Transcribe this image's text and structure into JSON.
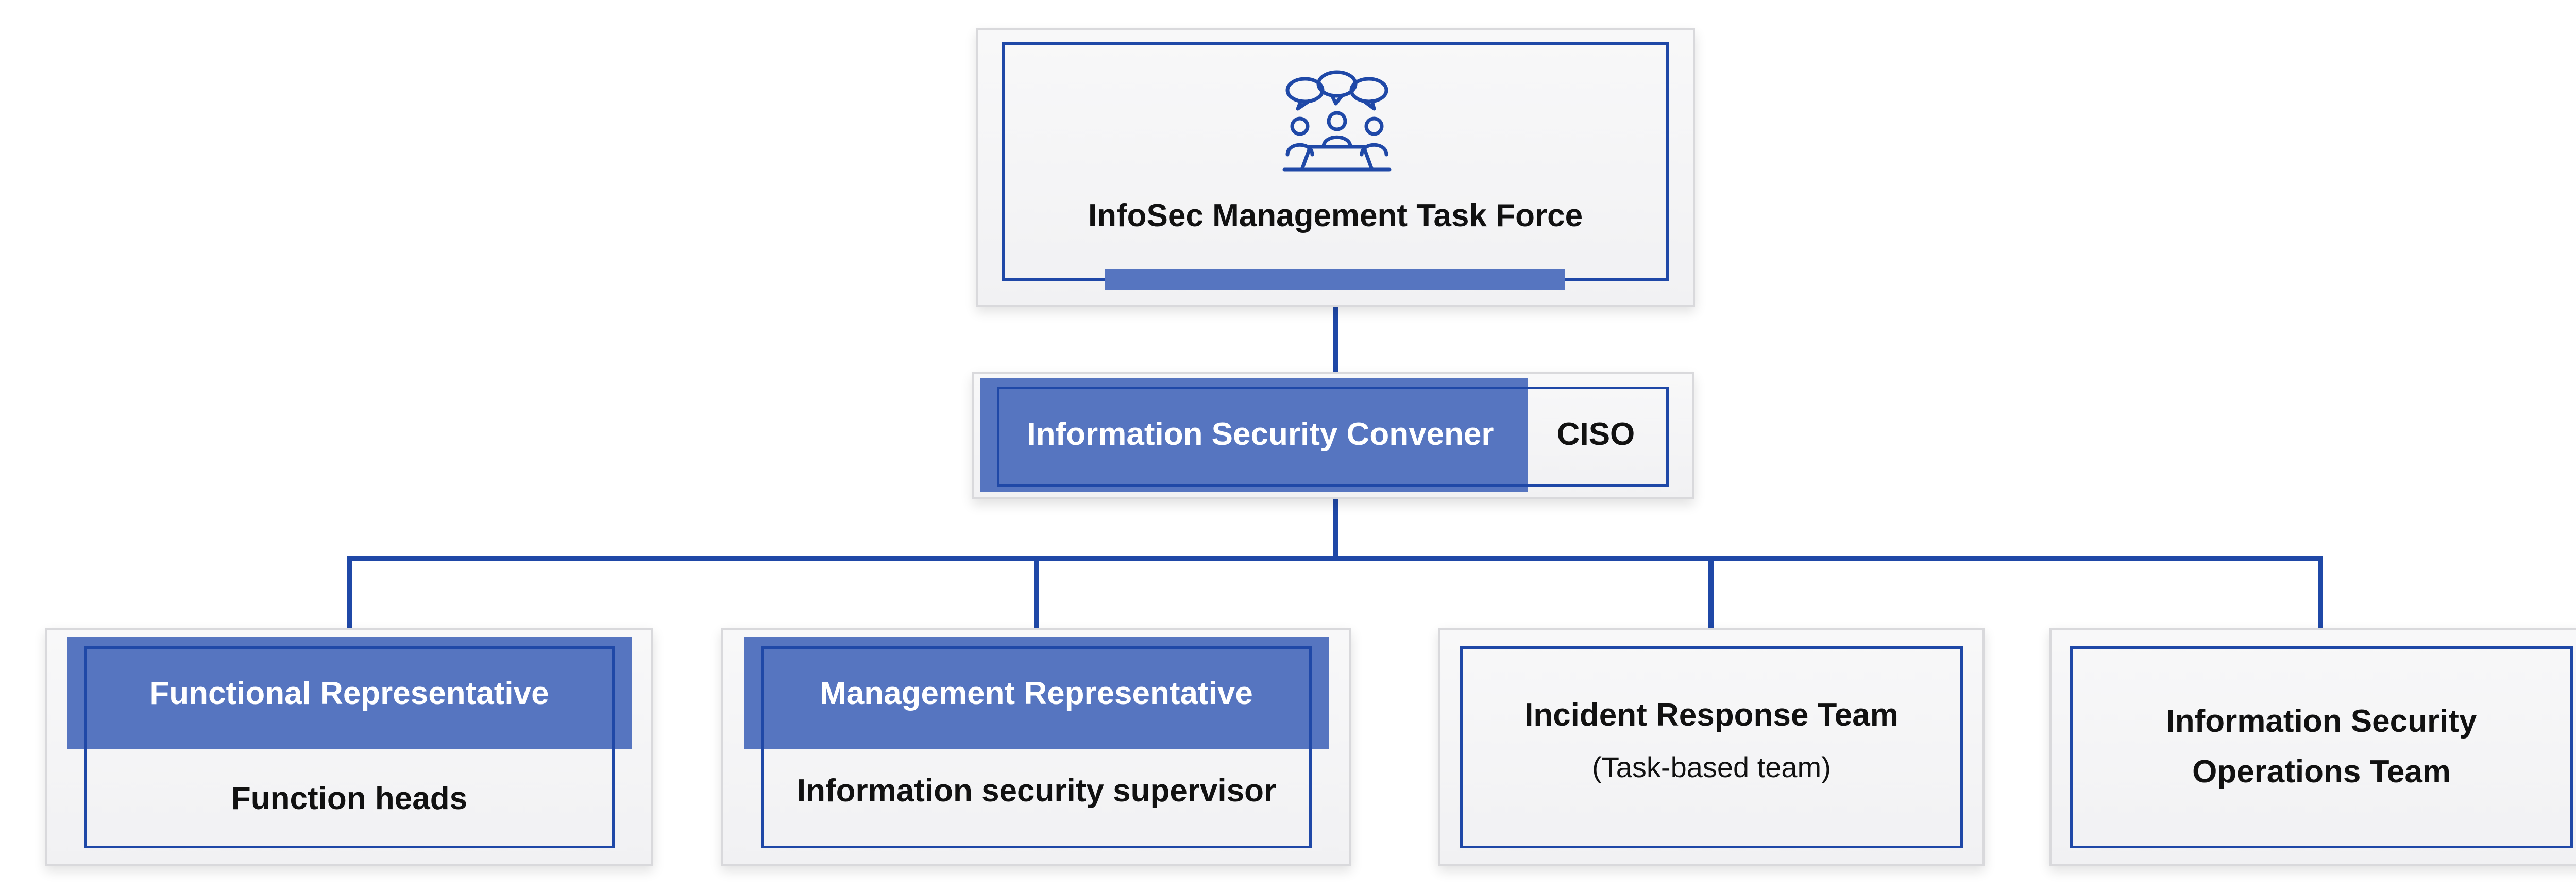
{
  "colors": {
    "accent_blue": "#1f48a7",
    "fill_blue": "#5675c0",
    "box_bg": "#f3f3f4",
    "box_border": "#d9d9dc",
    "text": "#111111"
  },
  "top": {
    "icon": "meeting-group-icon",
    "title": "InfoSec Management Task Force"
  },
  "convener": {
    "label": "Information Security Convener",
    "role": "CISO"
  },
  "teams": [
    {
      "header": "Functional Representative",
      "body": "Function heads"
    },
    {
      "header": "Management Representative",
      "body": "Information security supervisor"
    },
    {
      "title": "Incident Response Team",
      "subtitle": "(Task-based team)"
    },
    {
      "title_line1": "Information Security",
      "title_line2": "Operations Team"
    }
  ]
}
